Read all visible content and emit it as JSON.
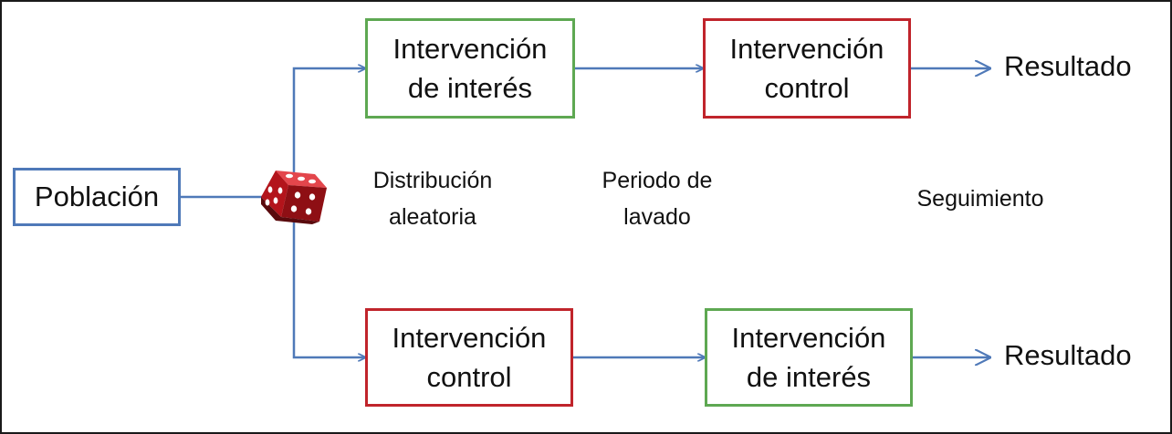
{
  "population": "Población",
  "top_row": {
    "first": [
      "Intervención",
      "de interés"
    ],
    "second": [
      "Intervención",
      "control"
    ],
    "result": "Resultado"
  },
  "bottom_row": {
    "first": [
      "Intervención",
      "control"
    ],
    "second": [
      "Intervención",
      "de interés"
    ],
    "result": "Resultado"
  },
  "phases": {
    "randomization": [
      "Distribución",
      "aleatoria"
    ],
    "washout": [
      "Periodo de",
      "lavado"
    ],
    "followup": "Seguimiento"
  },
  "colors": {
    "interest_border": "#5ea852",
    "control_border": "#c0242b",
    "population_border": "#4f79b8",
    "arrow": "#4f79b8",
    "die": "#b3141b"
  },
  "icons": {
    "randomizer": "red-dice-icon"
  }
}
